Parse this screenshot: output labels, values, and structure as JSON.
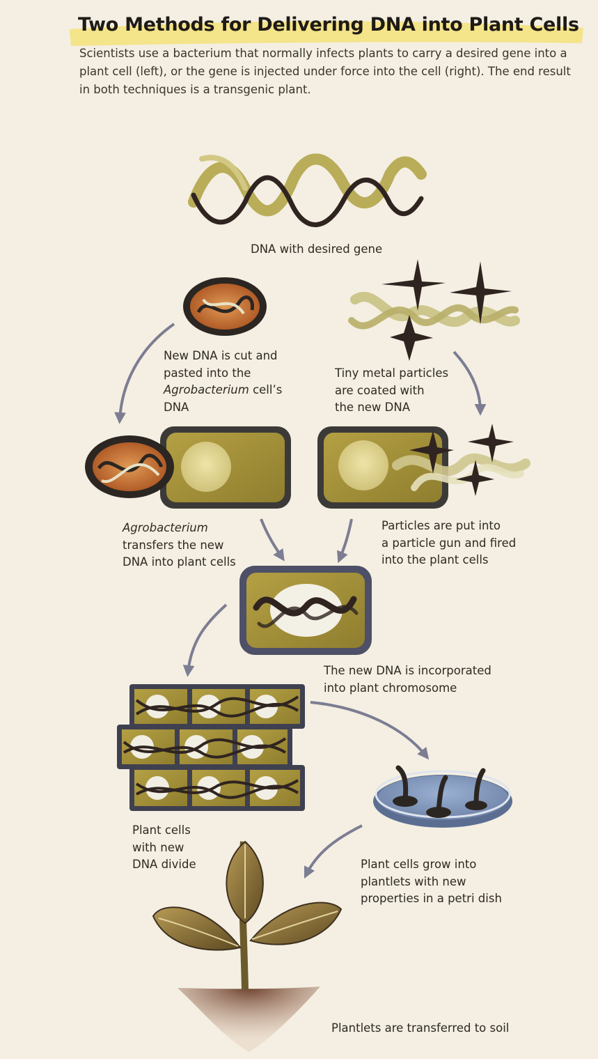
{
  "title": "Two Methods for Delivering DNA into Plant Cells",
  "intro": "Scientists use a bacterium that normally infects plants to carry a desired gene into a plant cell (left), or the gene is injected under force into the cell (right). The end result in both techniques is a transgenic plant.",
  "labels": {
    "dna_gene": "DNA with desired gene",
    "cut_pasted_1": "New DNA is cut and",
    "cut_pasted_2": "pasted into the",
    "cut_pasted_3_italic": "Agrobacterium",
    "cut_pasted_3_rest": " cell’s",
    "cut_pasted_4": "DNA",
    "metal_1": "Tiny metal particles",
    "metal_2": "are coated with",
    "metal_3": "the new DNA",
    "agro_1_italic": "Agrobacterium",
    "agro_2": "transfers the new",
    "agro_3": "DNA into plant cells",
    "gun_1": "Particles are put into",
    "gun_2": "a particle gun and fired",
    "gun_3": "into the plant cells",
    "incorp_1": "The new DNA is incorporated",
    "incorp_2": "into plant chromosome",
    "divide_1": "Plant cells",
    "divide_2": "with new",
    "divide_3": "DNA divide",
    "petri_1": "Plant cells grow into",
    "petri_2": "plantlets with new",
    "petri_3": "properties in a petri dish",
    "soil": "Plantlets are transferred to soil"
  },
  "colors": {
    "background": "#f4efe2",
    "highlight": "#f3e27a",
    "cell_fill": "#a9963c",
    "cell_border": "#3a3836",
    "dna_dark": "#2f2420",
    "dna_light": "#b9ad5a",
    "bacterium": "#c8682a",
    "arrow": "#7f7f95"
  }
}
